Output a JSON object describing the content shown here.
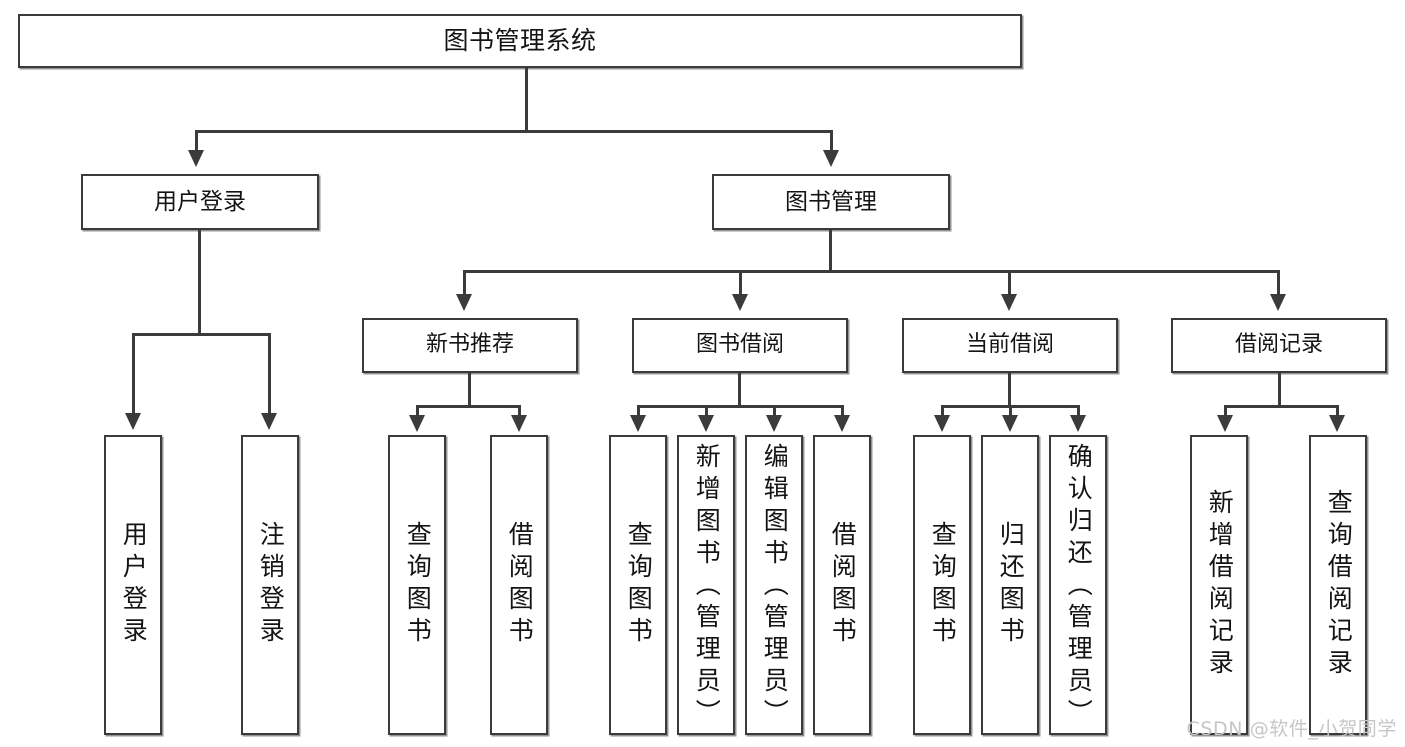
{
  "diagram": {
    "type": "tree-hierarchy",
    "title": "图书管理系统",
    "root": {
      "label": "图书管理系统"
    },
    "tier1": [
      {
        "label": "用户登录"
      },
      {
        "label": "图书管理"
      }
    ],
    "tier2": [
      {
        "label": "新书推荐"
      },
      {
        "label": "图书借阅"
      },
      {
        "label": "当前借阅"
      },
      {
        "label": "借阅记录"
      }
    ],
    "leaves": {
      "user_login": [
        {
          "label": "用户登录"
        },
        {
          "label": "注销登录"
        }
      ],
      "new_book_recommend": [
        {
          "label": "查询图书"
        },
        {
          "label": "借阅图书"
        }
      ],
      "book_borrow": [
        {
          "label": "查询图书"
        },
        {
          "label": "新增图书（管理员）"
        },
        {
          "label": "编辑图书（管理员）"
        },
        {
          "label": "借阅图书"
        }
      ],
      "current_borrow": [
        {
          "label": "查询图书"
        },
        {
          "label": "归还图书"
        },
        {
          "label": "确认归还（管理员）"
        }
      ],
      "borrow_record": [
        {
          "label": "新增借阅记录"
        },
        {
          "label": "查询借阅记录"
        }
      ]
    }
  },
  "watermark": {
    "text": "CSDN @软件_小贺同学"
  },
  "colors": {
    "stroke": "#3b3b3b",
    "text": "#141414",
    "background": "#ffffff",
    "watermark": "#c6c6c6"
  }
}
